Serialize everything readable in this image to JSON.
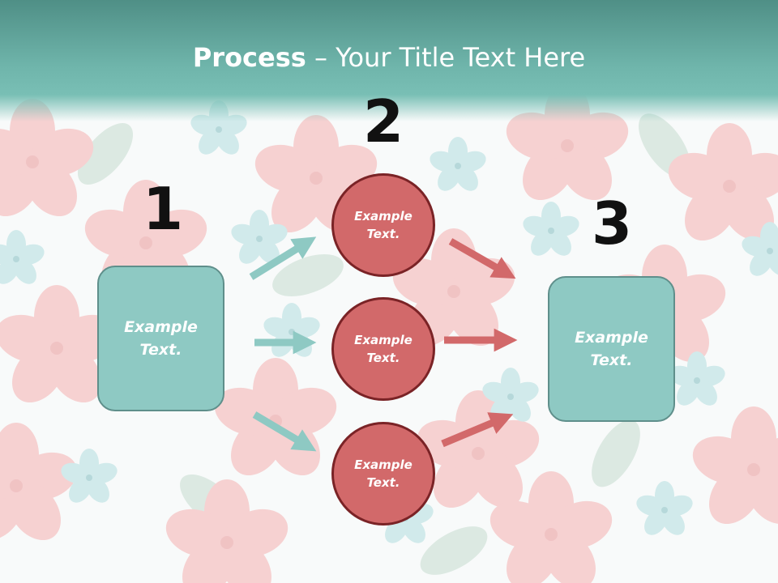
{
  "slide": {
    "title_bold": "Process",
    "title_rest": " – Your Title Text Here"
  },
  "steps": {
    "num_1": "1",
    "num_2": "2",
    "num_3": "3"
  },
  "box_1": {
    "line1": "Example",
    "line2": "Text."
  },
  "box_3": {
    "line1": "Example",
    "line2": "Text."
  },
  "circles": [
    {
      "line1": "Example",
      "line2": "Text."
    },
    {
      "line1": "Example",
      "line2": "Text."
    },
    {
      "line1": "Example",
      "line2": "Text."
    }
  ],
  "colors": {
    "header": "#6fb5ab",
    "teal_shape": "#8ec9c3",
    "red_shape": "#d2696a",
    "red_border": "#7a2326"
  }
}
